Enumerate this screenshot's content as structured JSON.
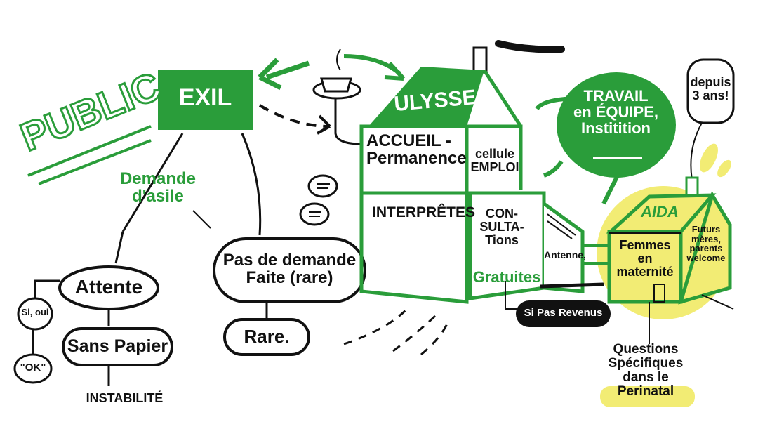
{
  "colors": {
    "green": "#2a9d3a",
    "yellow": "#f2ec74",
    "black": "#111111"
  },
  "public_label": "PUBLIC",
  "exil": "EXIL",
  "demande_asile": [
    "Demande",
    "d'asile"
  ],
  "attente": "Attente",
  "si_oui": "Si, oui",
  "sans_papier": "Sans Papier",
  "ok": "\"OK\"",
  "instabilite": "INSTABILITÉ",
  "pas_de_demande": [
    "Pas de demande",
    "Faite (rare)"
  ],
  "rare": "Rare.",
  "ulysse": {
    "name": "ULYSSE",
    "accueil": [
      "ACCUEIL -",
      "Permanence"
    ],
    "cellule": [
      "cellule",
      "EMPLOI"
    ],
    "interpretes": "INTERPRÊTES",
    "consultations": [
      "CON-",
      "SULTA-",
      "Tions"
    ],
    "gratuites": "Gratuites",
    "si_pas_revenus": "Si Pas Revenus"
  },
  "antenne": "Antenne,",
  "travail": [
    "TRAVAIL",
    "en ÉQUIPE,",
    "Institition"
  ],
  "depuis": [
    "depuis",
    "3 ans!"
  ],
  "aida": {
    "name": "AIDA",
    "femmes": [
      "Femmes",
      "en",
      "maternité"
    ],
    "futurs": [
      "Futurs",
      "mères,",
      "parents",
      "welcome"
    ]
  },
  "questions": [
    "Questions",
    "Spécifiques",
    "dans le",
    "Perinatal"
  ]
}
